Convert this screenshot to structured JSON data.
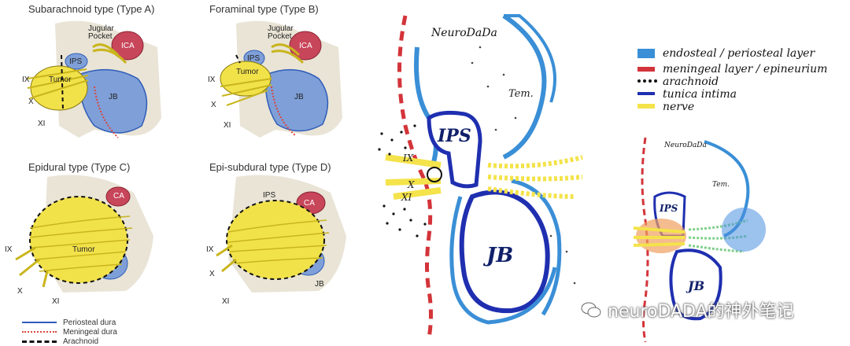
{
  "panels": {
    "a": {
      "title": "Subarachnoid type  (Type A)",
      "labels": {
        "jugular_pocket": "Jugular Pocket",
        "ica": "ICA",
        "ips": "IPS",
        "tumor": "Tumor",
        "jb": "JB",
        "ix": "IX",
        "x": "X",
        "xi": "XI"
      }
    },
    "b": {
      "title": "Foraminal type (Type B)",
      "labels": {
        "jugular_pocket": "Jugular Pocket",
        "ica": "ICA",
        "ips": "IPS",
        "tumor": "Tumor",
        "jb": "JB",
        "ix": "IX",
        "x": "X",
        "xi": "XI"
      }
    },
    "c": {
      "title": "Epidural type  (Type C)",
      "labels": {
        "ca": "CA",
        "tumor": "Tumor",
        "ix": "IX",
        "x": "X",
        "xi": "XI"
      }
    },
    "d": {
      "title": "Epi-subdural type (Type D)",
      "labels": {
        "ips": "IPS",
        "ca": "CA",
        "jb": "JB",
        "ix": "IX",
        "x": "X",
        "xi": "XI"
      }
    }
  },
  "legend_bottom": {
    "items": [
      {
        "label": "Periosteal dura",
        "color": "#2f5db8",
        "style": "solid"
      },
      {
        "label": "Meningeal dura",
        "color": "#d9463d",
        "style": "dotted"
      },
      {
        "label": "Arachnoid",
        "color": "#111111",
        "style": "dashed"
      }
    ]
  },
  "sketch": {
    "signature": "NeuroDaDa",
    "labels": {
      "ips": "IPS",
      "jb": "JB",
      "tem": "Tem.",
      "ix": "IX",
      "x": "X",
      "xi": "XI"
    },
    "legend": [
      {
        "label": "endosteal / periosteal layer",
        "color": "#3a8fd6"
      },
      {
        "label": "meningeal layer / epineurium",
        "color": "#d3343a"
      },
      {
        "label": "arachnoid",
        "color": "#111111"
      },
      {
        "label": "tunica intima",
        "color": "#1f2fb0"
      },
      {
        "label": "nerve",
        "color": "#f4e34a"
      }
    ]
  },
  "mini": {
    "signature": "NeuroDaDa",
    "labels": {
      "ips": "IPS",
      "jb": "JB",
      "tem": "Tem."
    }
  },
  "watermark": {
    "text": "neuroDADA的神外笔记"
  },
  "colors": {
    "nerve": "#f2e24a",
    "dura_blue": "#3a8fd6",
    "meningeal_red": "#d3343a",
    "intima": "#1f2fb0",
    "vessel": "#7f9fd8",
    "ica": "#c8465a"
  }
}
